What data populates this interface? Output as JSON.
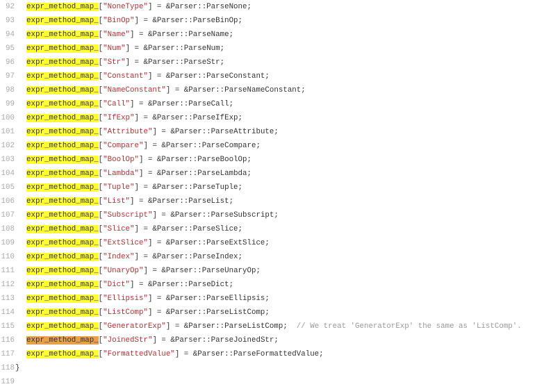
{
  "editor": {
    "highlight_term": "expr_method_map_",
    "colors": {
      "highlight": "#ffff33",
      "current_highlight": "#e8a04a",
      "string": "#aa3333",
      "comment": "#999999"
    },
    "lines": [
      {
        "num": "92",
        "key": "\"NoneType\"",
        "rest": "] = &Parser::ParseNone;"
      },
      {
        "num": "93",
        "key": "\"BinOp\"",
        "rest": "] = &Parser::ParseBinOp;"
      },
      {
        "num": "94",
        "key": "\"Name\"",
        "rest": "] = &Parser::ParseName;"
      },
      {
        "num": "95",
        "key": "\"Num\"",
        "rest": "] = &Parser::ParseNum;"
      },
      {
        "num": "96",
        "key": "\"Str\"",
        "rest": "] = &Parser::ParseStr;"
      },
      {
        "num": "97",
        "key": "\"Constant\"",
        "rest": "] = &Parser::ParseConstant;"
      },
      {
        "num": "98",
        "key": "\"NameConstant\"",
        "rest": "] = &Parser::ParseNameConstant;"
      },
      {
        "num": "99",
        "key": "\"Call\"",
        "rest": "] = &Parser::ParseCall;"
      },
      {
        "num": "100",
        "key": "\"IfExp\"",
        "rest": "] = &Parser::ParseIfExp;"
      },
      {
        "num": "101",
        "key": "\"Attribute\"",
        "rest": "] = &Parser::ParseAttribute;"
      },
      {
        "num": "102",
        "key": "\"Compare\"",
        "rest": "] = &Parser::ParseCompare;"
      },
      {
        "num": "103",
        "key": "\"BoolOp\"",
        "rest": "] = &Parser::ParseBoolOp;"
      },
      {
        "num": "104",
        "key": "\"Lambda\"",
        "rest": "] = &Parser::ParseLambda;"
      },
      {
        "num": "105",
        "key": "\"Tuple\"",
        "rest": "] = &Parser::ParseTuple;"
      },
      {
        "num": "106",
        "key": "\"List\"",
        "rest": "] = &Parser::ParseList;"
      },
      {
        "num": "107",
        "key": "\"Subscript\"",
        "rest": "] = &Parser::ParseSubscript;"
      },
      {
        "num": "108",
        "key": "\"Slice\"",
        "rest": "] = &Parser::ParseSlice;"
      },
      {
        "num": "109",
        "key": "\"ExtSlice\"",
        "rest": "] = &Parser::ParseExtSlice;"
      },
      {
        "num": "110",
        "key": "\"Index\"",
        "rest": "] = &Parser::ParseIndex;"
      },
      {
        "num": "111",
        "key": "\"UnaryOp\"",
        "rest": "] = &Parser::ParseUnaryOp;"
      },
      {
        "num": "112",
        "key": "\"Dict\"",
        "rest": "] = &Parser::ParseDict;"
      },
      {
        "num": "113",
        "key": "\"Ellipsis\"",
        "rest": "] = &Parser::ParseEllipsis;"
      },
      {
        "num": "114",
        "key": "\"ListComp\"",
        "rest": "] = &Parser::ParseListComp;"
      },
      {
        "num": "115",
        "key": "\"GeneratorExp\"",
        "rest": "] = &Parser::ParseListComp;  ",
        "comment": "// We treat 'GeneratorExp' the same as 'ListComp'."
      },
      {
        "num": "116",
        "key": "\"JoinedStr\"",
        "rest": "] = &Parser::ParseJoinedStr;",
        "current": true
      },
      {
        "num": "117",
        "key": "\"FormattedValue\"",
        "rest": "] = &Parser::ParseFormattedValue;"
      }
    ],
    "closing": {
      "num": "118",
      "text": "}"
    },
    "partial": {
      "num": "119"
    }
  }
}
